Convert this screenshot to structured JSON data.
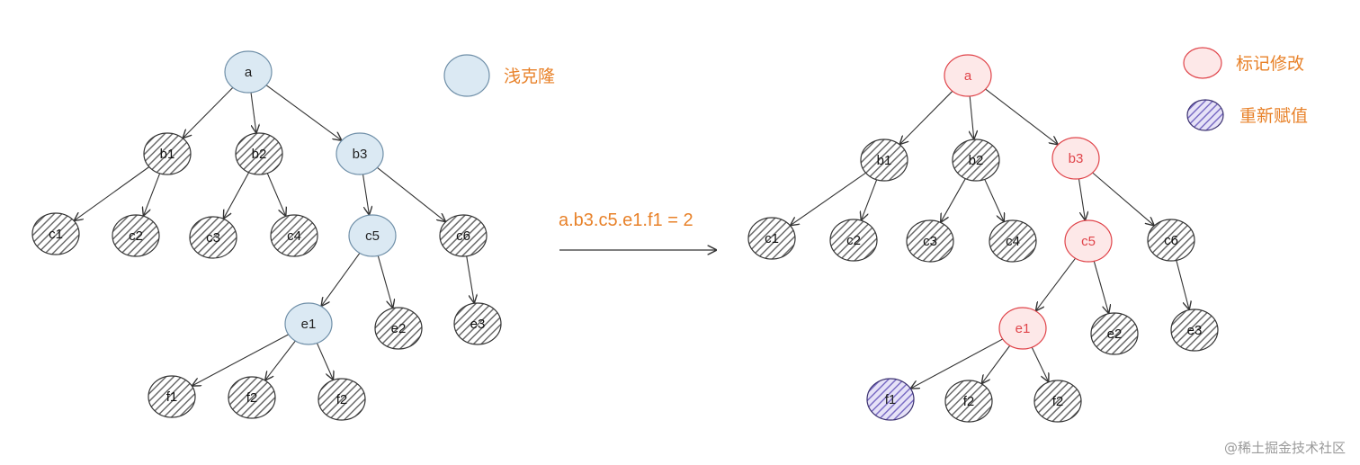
{
  "colors": {
    "normal_fill": "#8f8f8f",
    "normal_stroke": "#333333",
    "shallow_clone_fill": "#dbe9f3",
    "shallow_clone_stroke": "#6f8fa8",
    "marked_fill": "#fde8e8",
    "marked_stroke": "#e0444a",
    "reassigned_fill": "#9b8fd6",
    "reassigned_stroke": "#3b3170",
    "accent_text": "#e8822a",
    "edge": "#333333"
  },
  "legend": {
    "shallow_clone": "浅克隆",
    "marked_modified": "标记修改",
    "reassigned": "重新赋值"
  },
  "operation": {
    "label": "a.b3.c5.e1.f1 = 2"
  },
  "watermark": "@稀土掘金技术社区",
  "trees": {
    "left": {
      "nodes": [
        {
          "id": "a",
          "label": "a",
          "state": "shallow_clone"
        },
        {
          "id": "b1",
          "label": "b1",
          "state": "normal"
        },
        {
          "id": "b2",
          "label": "b2",
          "state": "normal"
        },
        {
          "id": "b3",
          "label": "b3",
          "state": "shallow_clone"
        },
        {
          "id": "c1",
          "label": "c1",
          "state": "normal"
        },
        {
          "id": "c2",
          "label": "c2",
          "state": "normal"
        },
        {
          "id": "c3",
          "label": "c3",
          "state": "normal"
        },
        {
          "id": "c4",
          "label": "c4",
          "state": "normal"
        },
        {
          "id": "c5",
          "label": "c5",
          "state": "shallow_clone"
        },
        {
          "id": "c6",
          "label": "c6",
          "state": "normal"
        },
        {
          "id": "e1",
          "label": "e1",
          "state": "shallow_clone"
        },
        {
          "id": "e2",
          "label": "e2",
          "state": "normal"
        },
        {
          "id": "e3",
          "label": "e3",
          "state": "normal"
        },
        {
          "id": "f1",
          "label": "f1",
          "state": "normal"
        },
        {
          "id": "f2a",
          "label": "f2",
          "state": "normal"
        },
        {
          "id": "f2b",
          "label": "f2",
          "state": "normal"
        }
      ],
      "edges": [
        [
          "a",
          "b1"
        ],
        [
          "a",
          "b2"
        ],
        [
          "a",
          "b3"
        ],
        [
          "b1",
          "c1"
        ],
        [
          "b1",
          "c2"
        ],
        [
          "b2",
          "c3"
        ],
        [
          "b2",
          "c4"
        ],
        [
          "b3",
          "c5"
        ],
        [
          "b3",
          "c6"
        ],
        [
          "c5",
          "e1"
        ],
        [
          "c5",
          "e2"
        ],
        [
          "c6",
          "e3"
        ],
        [
          "e1",
          "f1"
        ],
        [
          "e1",
          "f2a"
        ],
        [
          "e1",
          "f2b"
        ]
      ]
    },
    "right": {
      "nodes": [
        {
          "id": "a",
          "label": "a",
          "state": "marked"
        },
        {
          "id": "b1",
          "label": "b1",
          "state": "normal"
        },
        {
          "id": "b2",
          "label": "b2",
          "state": "normal"
        },
        {
          "id": "b3",
          "label": "b3",
          "state": "marked"
        },
        {
          "id": "c1",
          "label": "c1",
          "state": "normal"
        },
        {
          "id": "c2",
          "label": "c2",
          "state": "normal"
        },
        {
          "id": "c3",
          "label": "c3",
          "state": "normal"
        },
        {
          "id": "c4",
          "label": "c4",
          "state": "normal"
        },
        {
          "id": "c5",
          "label": "c5",
          "state": "marked"
        },
        {
          "id": "c6",
          "label": "c6",
          "state": "normal"
        },
        {
          "id": "e1",
          "label": "e1",
          "state": "marked"
        },
        {
          "id": "e2",
          "label": "e2",
          "state": "normal"
        },
        {
          "id": "e3",
          "label": "e3",
          "state": "normal"
        },
        {
          "id": "f1",
          "label": "f1",
          "state": "reassigned"
        },
        {
          "id": "f2a",
          "label": "f2",
          "state": "normal"
        },
        {
          "id": "f2b",
          "label": "f2",
          "state": "normal"
        }
      ],
      "edges": [
        [
          "a",
          "b1"
        ],
        [
          "a",
          "b2"
        ],
        [
          "a",
          "b3"
        ],
        [
          "b1",
          "c1"
        ],
        [
          "b1",
          "c2"
        ],
        [
          "b2",
          "c3"
        ],
        [
          "b2",
          "c4"
        ],
        [
          "b3",
          "c5"
        ],
        [
          "b3",
          "c6"
        ],
        [
          "c5",
          "e1"
        ],
        [
          "c5",
          "e2"
        ],
        [
          "c6",
          "e3"
        ],
        [
          "e1",
          "f1"
        ],
        [
          "e1",
          "f2a"
        ],
        [
          "e1",
          "f2b"
        ]
      ]
    }
  }
}
